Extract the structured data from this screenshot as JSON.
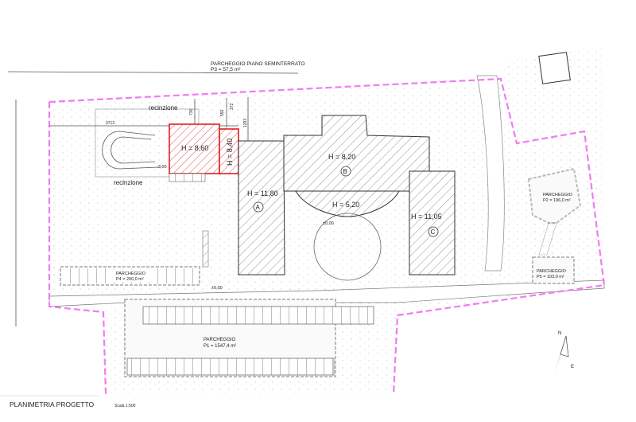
{
  "title": "PLANIMETRIA PROGETTO",
  "scale": "Scala 1:500",
  "parking_p3": {
    "name": "PARCHEGGIO PIANO SEMINTERRATO",
    "area": "P3 = 57,5 m²"
  },
  "parking_p4": {
    "name": "PARCHEGGIO",
    "area": "P4 = 200,0 m²"
  },
  "parking_p1": {
    "name": "PARCHEGGIO",
    "area": "P1 = 1547,4 m²"
  },
  "parking_p2": {
    "name": "PARCHEGGIO",
    "area": "P2 = 196,0 m²"
  },
  "parking_p5": {
    "name": "PARCHEGGIO",
    "area": "P5 = 103,0 m²"
  },
  "fence_labels": [
    "recinzione",
    "recinzione"
  ],
  "dimensions": [
    "3712",
    "730",
    "550",
    "372",
    "1293"
  ],
  "levels": [
    "-3,00",
    "±0,00",
    "±0,00"
  ],
  "buildings": {
    "new_main": "H = 8,60",
    "new_side": "H = 8,40",
    "A": {
      "letter": "A",
      "height": "H = 11,80"
    },
    "B": {
      "letter": "B",
      "height": "H = 8,20"
    },
    "B_low": "H = 5,20",
    "C": {
      "letter": "C",
      "height": "H = 11,05"
    }
  },
  "compass": {
    "north": "N",
    "east": "E"
  }
}
